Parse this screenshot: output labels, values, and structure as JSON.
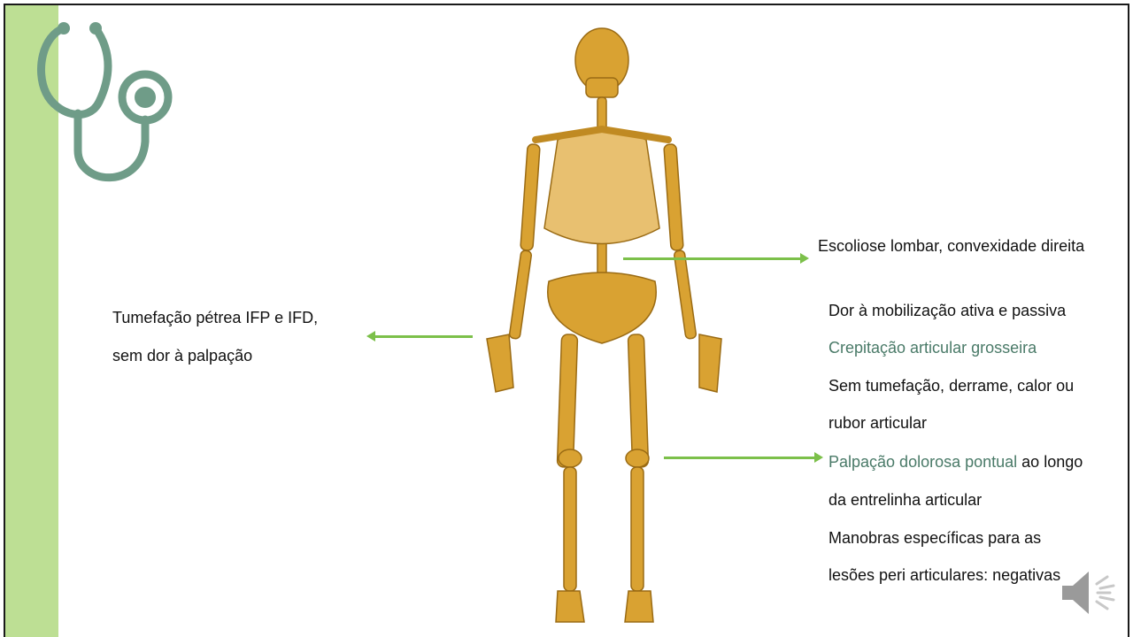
{
  "left_annotation": {
    "line1": "Tumefação pétrea IFP e IFD,",
    "line2": "sem dor à palpação"
  },
  "spine_annotation": {
    "text": "Escoliose lombar, convexidade direita"
  },
  "knee_annotation": {
    "line1": "Dor  à mobilização ativa e passiva",
    "line2": "Crepitação articular grosseira",
    "line3": "Sem tumefação, derrame, calor ou",
    "line4": "rubor articular",
    "line5_highlight": "Palpação dolorosa pontual",
    "line5_rest": " ao longo",
    "line6": "da entrelinha articular",
    "line7": "Manobras específicas para as",
    "line8": "lesões peri articulares: negativas"
  },
  "colors": {
    "accent_green": "#bddf94",
    "arrow_green": "#7cc04a",
    "highlight_text": "#4a7a68",
    "stethoscope": "#6f9c88",
    "bone": "#d9a232"
  },
  "icons": {
    "decoration": "stethoscope-icon",
    "audio": "speaker-icon"
  }
}
